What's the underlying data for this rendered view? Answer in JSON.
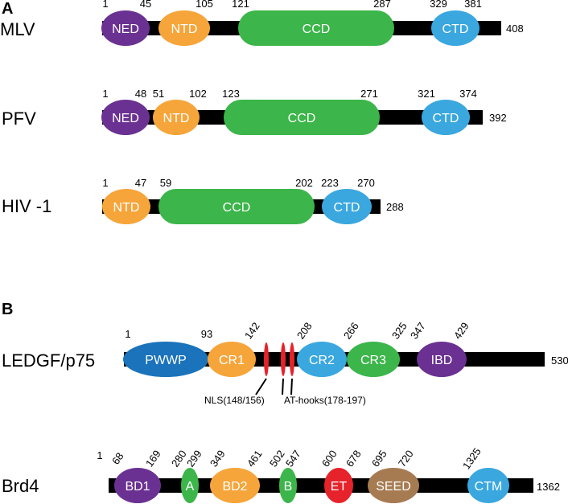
{
  "panels": {
    "a": "A",
    "b": "B"
  },
  "colors": {
    "backbone": "#000000",
    "purple": "#6a3192",
    "orange": "#f6a53a",
    "green": "#3cb54a",
    "cyan": "#3aa7df",
    "blue": "#1a73bb",
    "red": "#e6222a",
    "brown": "#a77b52"
  },
  "proteins": [
    {
      "name": "MLV",
      "length_label": "408",
      "domains": [
        {
          "label": "NED",
          "color": "#6a3192"
        },
        {
          "label": "NTD",
          "color": "#f6a53a"
        },
        {
          "label": "CCD",
          "color": "#3cb54a"
        },
        {
          "label": "CTD",
          "color": "#3aa7df"
        }
      ],
      "numbers": [
        "1",
        "45",
        "105",
        "121",
        "287",
        "329",
        "381"
      ]
    },
    {
      "name": "PFV",
      "length_label": "392",
      "domains": [
        {
          "label": "NED",
          "color": "#6a3192"
        },
        {
          "label": "NTD",
          "color": "#f6a53a"
        },
        {
          "label": "CCD",
          "color": "#3cb54a"
        },
        {
          "label": "CTD",
          "color": "#3aa7df"
        }
      ],
      "numbers": [
        "1",
        "48",
        "51",
        "102",
        "123",
        "271",
        "321",
        "374"
      ]
    },
    {
      "name": "HIV -1",
      "length_label": "288",
      "domains": [
        {
          "label": "NTD",
          "color": "#f6a53a"
        },
        {
          "label": "CCD",
          "color": "#3cb54a"
        },
        {
          "label": "CTD",
          "color": "#3aa7df"
        }
      ],
      "numbers": [
        "1",
        "47",
        "59",
        "202",
        "223",
        "270"
      ]
    },
    {
      "name": "LEDGF/p75",
      "length_label": "530",
      "domains": [
        {
          "label": "PWWP",
          "color": "#1a73bb"
        },
        {
          "label": "CR1",
          "color": "#f6a53a"
        },
        {
          "label": "CR2",
          "color": "#3aa7df"
        },
        {
          "label": "CR3",
          "color": "#3cb54a"
        },
        {
          "label": "IBD",
          "color": "#6a3192"
        }
      ],
      "numbers": [
        "1",
        "93",
        "142",
        "208",
        "266",
        "325",
        "347",
        "429"
      ],
      "annotations": {
        "nls": "NLS(148/156)",
        "at_hooks": "AT-hooks(178-197)"
      }
    },
    {
      "name": "Brd4",
      "length_label": "1362",
      "domains": [
        {
          "label": "BD1",
          "color": "#6a3192"
        },
        {
          "label": "A",
          "color": "#3cb54a"
        },
        {
          "label": "BD2",
          "color": "#f6a53a"
        },
        {
          "label": "B",
          "color": "#3cb54a"
        },
        {
          "label": "ET",
          "color": "#e6222a"
        },
        {
          "label": "SEED",
          "color": "#a77b52"
        },
        {
          "label": "CTM",
          "color": "#3aa7df"
        }
      ],
      "numbers": [
        "1",
        "68",
        "169",
        "280",
        "299",
        "349",
        "461",
        "502",
        "547",
        "600",
        "678",
        "695",
        "720",
        "1325"
      ]
    }
  ]
}
